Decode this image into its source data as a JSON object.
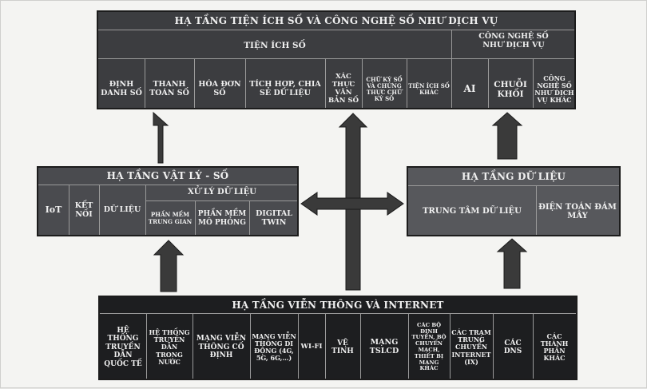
{
  "top": {
    "title": "HẠ TẦNG TIỆN ÍCH SỐ VÀ CÔNG NGHỆ SỐ NHƯ DỊCH VỤ",
    "utilities_header": "TIỆN ÍCH SỐ",
    "tech_header": "CÔNG NGHỆ SỐ NHƯ DỊCH VỤ",
    "utilities": [
      "ĐỊNH DANH SỐ",
      "THANH TOÁN SỐ",
      "HÓA ĐƠN SỐ",
      "TÍCH HỢP, CHIA SẺ DỮ LIỆU",
      "XÁC THỰC VĂN BẢN SỐ",
      "CHỮ KÝ SỐ VÀ CHỨNG THỰC CHỮ KÝ SỐ",
      "TIỆN ÍCH SỐ KHÁC"
    ],
    "tech": [
      "AI",
      "CHUỖI KHỐI",
      "CÔNG NGHỆ SỐ NHƯ DỊCH VỤ KHÁC"
    ]
  },
  "physical": {
    "title": "HẠ TẦNG VẬT LÝ - SỐ",
    "iot": "IoT",
    "ket_noi": "KẾT NỐI",
    "du_lieu": "DỮ LIỆU",
    "processing_header": "XỬ LÝ DỮ LIỆU",
    "processing": [
      "PHẦN MỀM TRUNG GIAN",
      "PHẦN MỀM MÔ PHỎNG",
      "DIGITAL TWIN"
    ]
  },
  "data_infra": {
    "title": "HẠ TẦNG DỮ LIỆU",
    "items": [
      "TRUNG TÂM DỮ LIỆU",
      "ĐIỆN TOÁN ĐÁM MÂY"
    ]
  },
  "telecom": {
    "title": "HẠ TẦNG VIỄN THÔNG VÀ INTERNET",
    "items": [
      "HỆ THỐNG TRUYỀN DẪN QUỐC TẾ",
      "HỆ THỐNG TRUYỀN DẪN TRONG NƯỚC",
      "MẠNG VIỄN THÔNG CỐ ĐỊNH",
      "MẠNG VIỄN THÔNG DI ĐỘNG (4G, 5G, 6G,…)",
      "WI-FI",
      "VỆ TINH",
      "MẠNG TSLCD",
      "CÁC BỘ ĐỊNH TUYẾN, BỘ CHUYỂN MẠCH, THIẾT BỊ MẠNG KHÁC",
      "CÁC TRẠM TRUNG CHUYỂN INTERNET (IX)",
      "CÁC DNS",
      "CÁC THÀNH PHẦN KHÁC"
    ]
  },
  "colors": {
    "top_box": "#3c3d40",
    "physical_box": "#4a4b4f",
    "data_box": "#57585c",
    "telecom_box": "#1d1e20",
    "arrow": "#3a3a3a"
  }
}
